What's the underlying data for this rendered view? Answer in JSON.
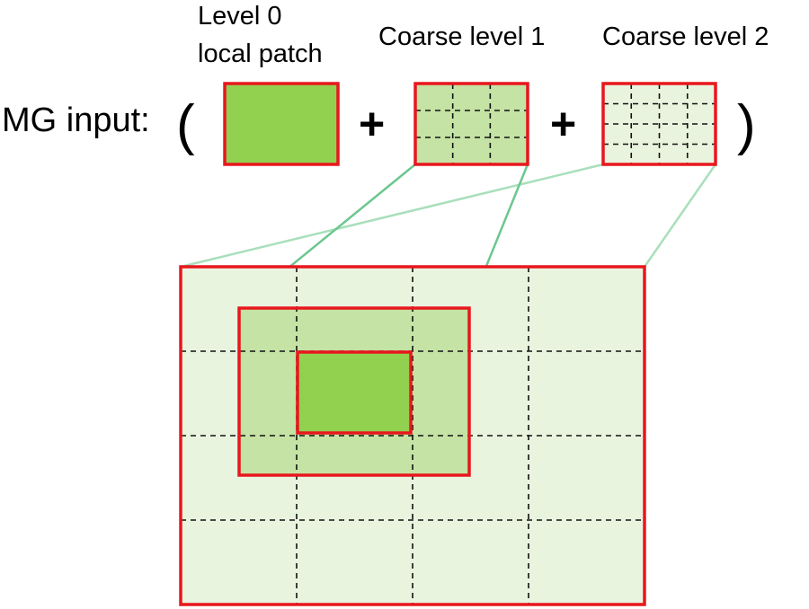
{
  "labels": {
    "mg_input": "MG input:",
    "open_paren": "(",
    "close_paren": ")",
    "plus": "+",
    "level0_line1": "Level 0",
    "level0_line2": "local patch",
    "coarse1": "Coarse level 1",
    "coarse2": "Coarse level 2"
  },
  "colors": {
    "border_red": "#e8171d",
    "level0_fill": "#92d050",
    "level1_fill": "#c4e3a4",
    "level2_fill": "#e9f4de",
    "connector_green": "#6cc78f",
    "connector_light": "#a9dfbc",
    "grid_dash": "#111111"
  },
  "grids": {
    "level0": {
      "cols": 0,
      "rows": 0
    },
    "level1": {
      "cols": 3,
      "rows": 3
    },
    "level2": {
      "cols": 4,
      "rows": 4
    },
    "big_domain": {
      "cols": 4,
      "rows": 4
    }
  }
}
